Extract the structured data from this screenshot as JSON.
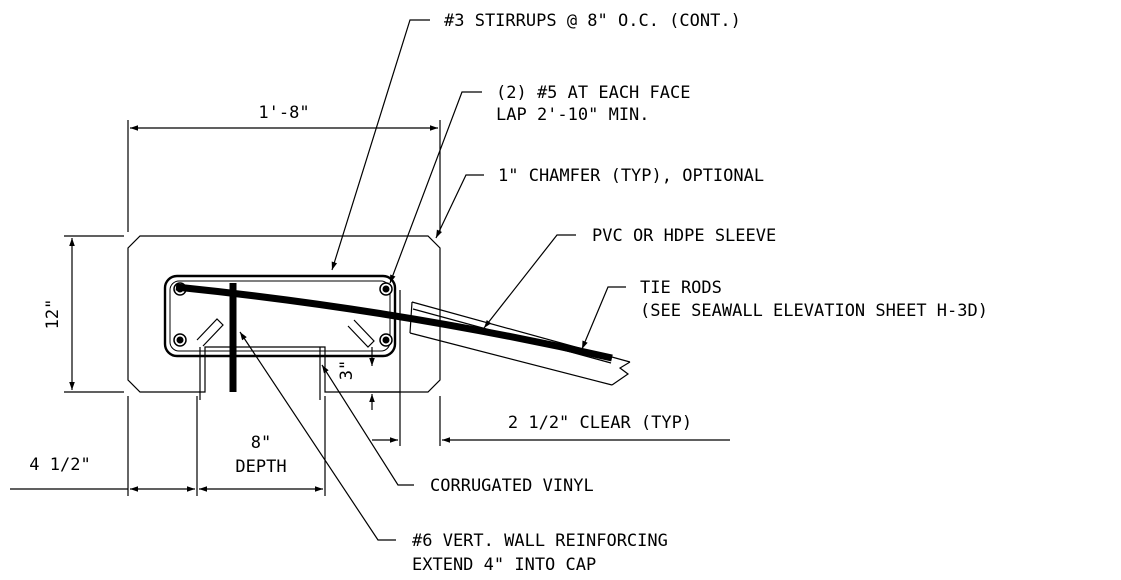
{
  "labels": {
    "stirrups": "#3 STIRRUPS @ 8\" O.C. (CONT.)",
    "bars_line1": "(2) #5 AT EACH FACE",
    "bars_line2": "LAP 2'-10\" MIN.",
    "chamfer": "1\" CHAMFER (TYP), OPTIONAL",
    "sleeve": "PVC OR HDPE SLEEVE",
    "tie_rods_line1": "TIE RODS",
    "tie_rods_line2": "(SEE SEAWALL ELEVATION SHEET H-3D)",
    "clear": "2 1/2\" CLEAR (TYP)",
    "vinyl": "CORRUGATED VINYL",
    "reinf_line1": "#6 VERT. WALL REINFORCING",
    "reinf_line2": "EXTEND 4\" INTO CAP",
    "depth": "DEPTH"
  },
  "dimensions": {
    "width": "1'-8\"",
    "height": "12\"",
    "offset": "4 1/2\"",
    "depth": "8\"",
    "vinyl_gap": "3\""
  }
}
